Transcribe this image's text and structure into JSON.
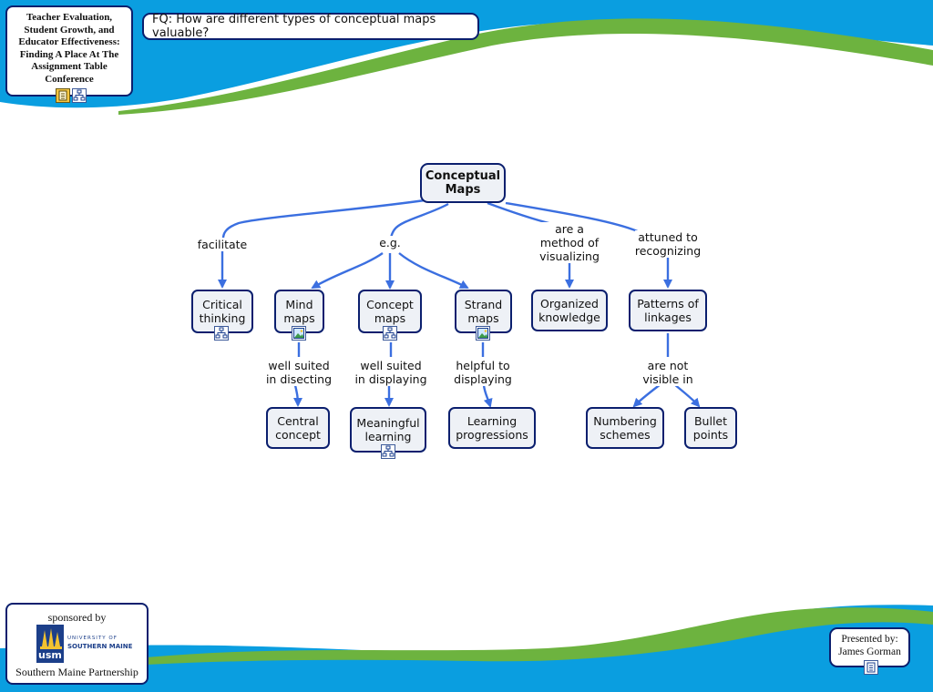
{
  "header": {
    "title": "Teacher Evaluation, Student Growth, and Educator Effectiveness: Finding A Place At The Assignment Table Conference",
    "focus_question": "FQ: How are different types of conceptual maps valuable?"
  },
  "concepts": {
    "main": "Conceptual\nMaps",
    "critical_thinking": "Critical\nthinking",
    "mind_maps": "Mind\nmaps",
    "concept_maps": "Concept\nmaps",
    "strand_maps": "Strand\nmaps",
    "organized_knowledge": "Organized\nknowledge",
    "patterns_of_linkages": "Patterns of\nlinkages",
    "central_concept": "Central\nconcept",
    "meaningful_learning": "Meaningful\nlearning",
    "learning_progressions": "Learning\nprogressions",
    "numbering_schemes": "Numbering\nschemes",
    "bullet_points": "Bullet\npoints"
  },
  "links": {
    "facilitate": "facilitate",
    "eg": "e.g.",
    "method": "are a\nmethod of\nvisualizing",
    "attuned": "attuned to\nrecognizing",
    "disecting": "well suited\nin disecting",
    "displaying": "well suited\nin displaying",
    "helpful": "helpful to\ndisplaying",
    "not_visible": "are not\nvisible in"
  },
  "sponsor": {
    "label": "sponsored by",
    "logo_abbr": "usm",
    "logo_line1": "UNIVERSITY OF",
    "logo_line2": "SOUTHERN MAINE",
    "partnership": "Southern Maine Partnership"
  },
  "presenter": {
    "label": "Presented by:",
    "name": "James Gorman"
  },
  "colors": {
    "wave_blue": "#0a9ee0",
    "wave_green": "#6db33f",
    "border_navy": "#0b1f6e",
    "arrow_blue": "#3b6fe0"
  }
}
